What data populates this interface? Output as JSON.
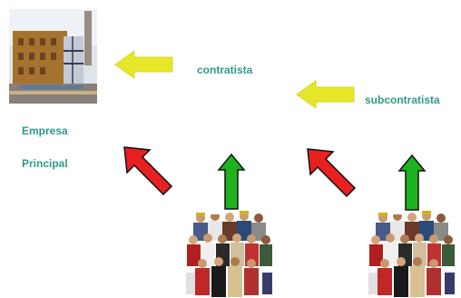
{
  "labels": {
    "contratista": "contratista",
    "subcontratista": "subcontratista",
    "empresa": "Empresa",
    "principal": "Principal"
  },
  "images": {
    "factory": "factory-building-photo",
    "crowd": "crowd-of-workers-photo"
  },
  "icons": {
    "horizontal_arrow": "arrow-left-icon",
    "diagonal_arrow": "arrow-up-left-icon",
    "vertical_arrow": "arrow-up-icon"
  },
  "colors": {
    "label_text": "#2e9a8a",
    "yellow_arrow": "#e6e62a",
    "red_arrow": "#e8201f",
    "green_arrow": "#1fb21f",
    "arrow_outline": "#111111"
  }
}
